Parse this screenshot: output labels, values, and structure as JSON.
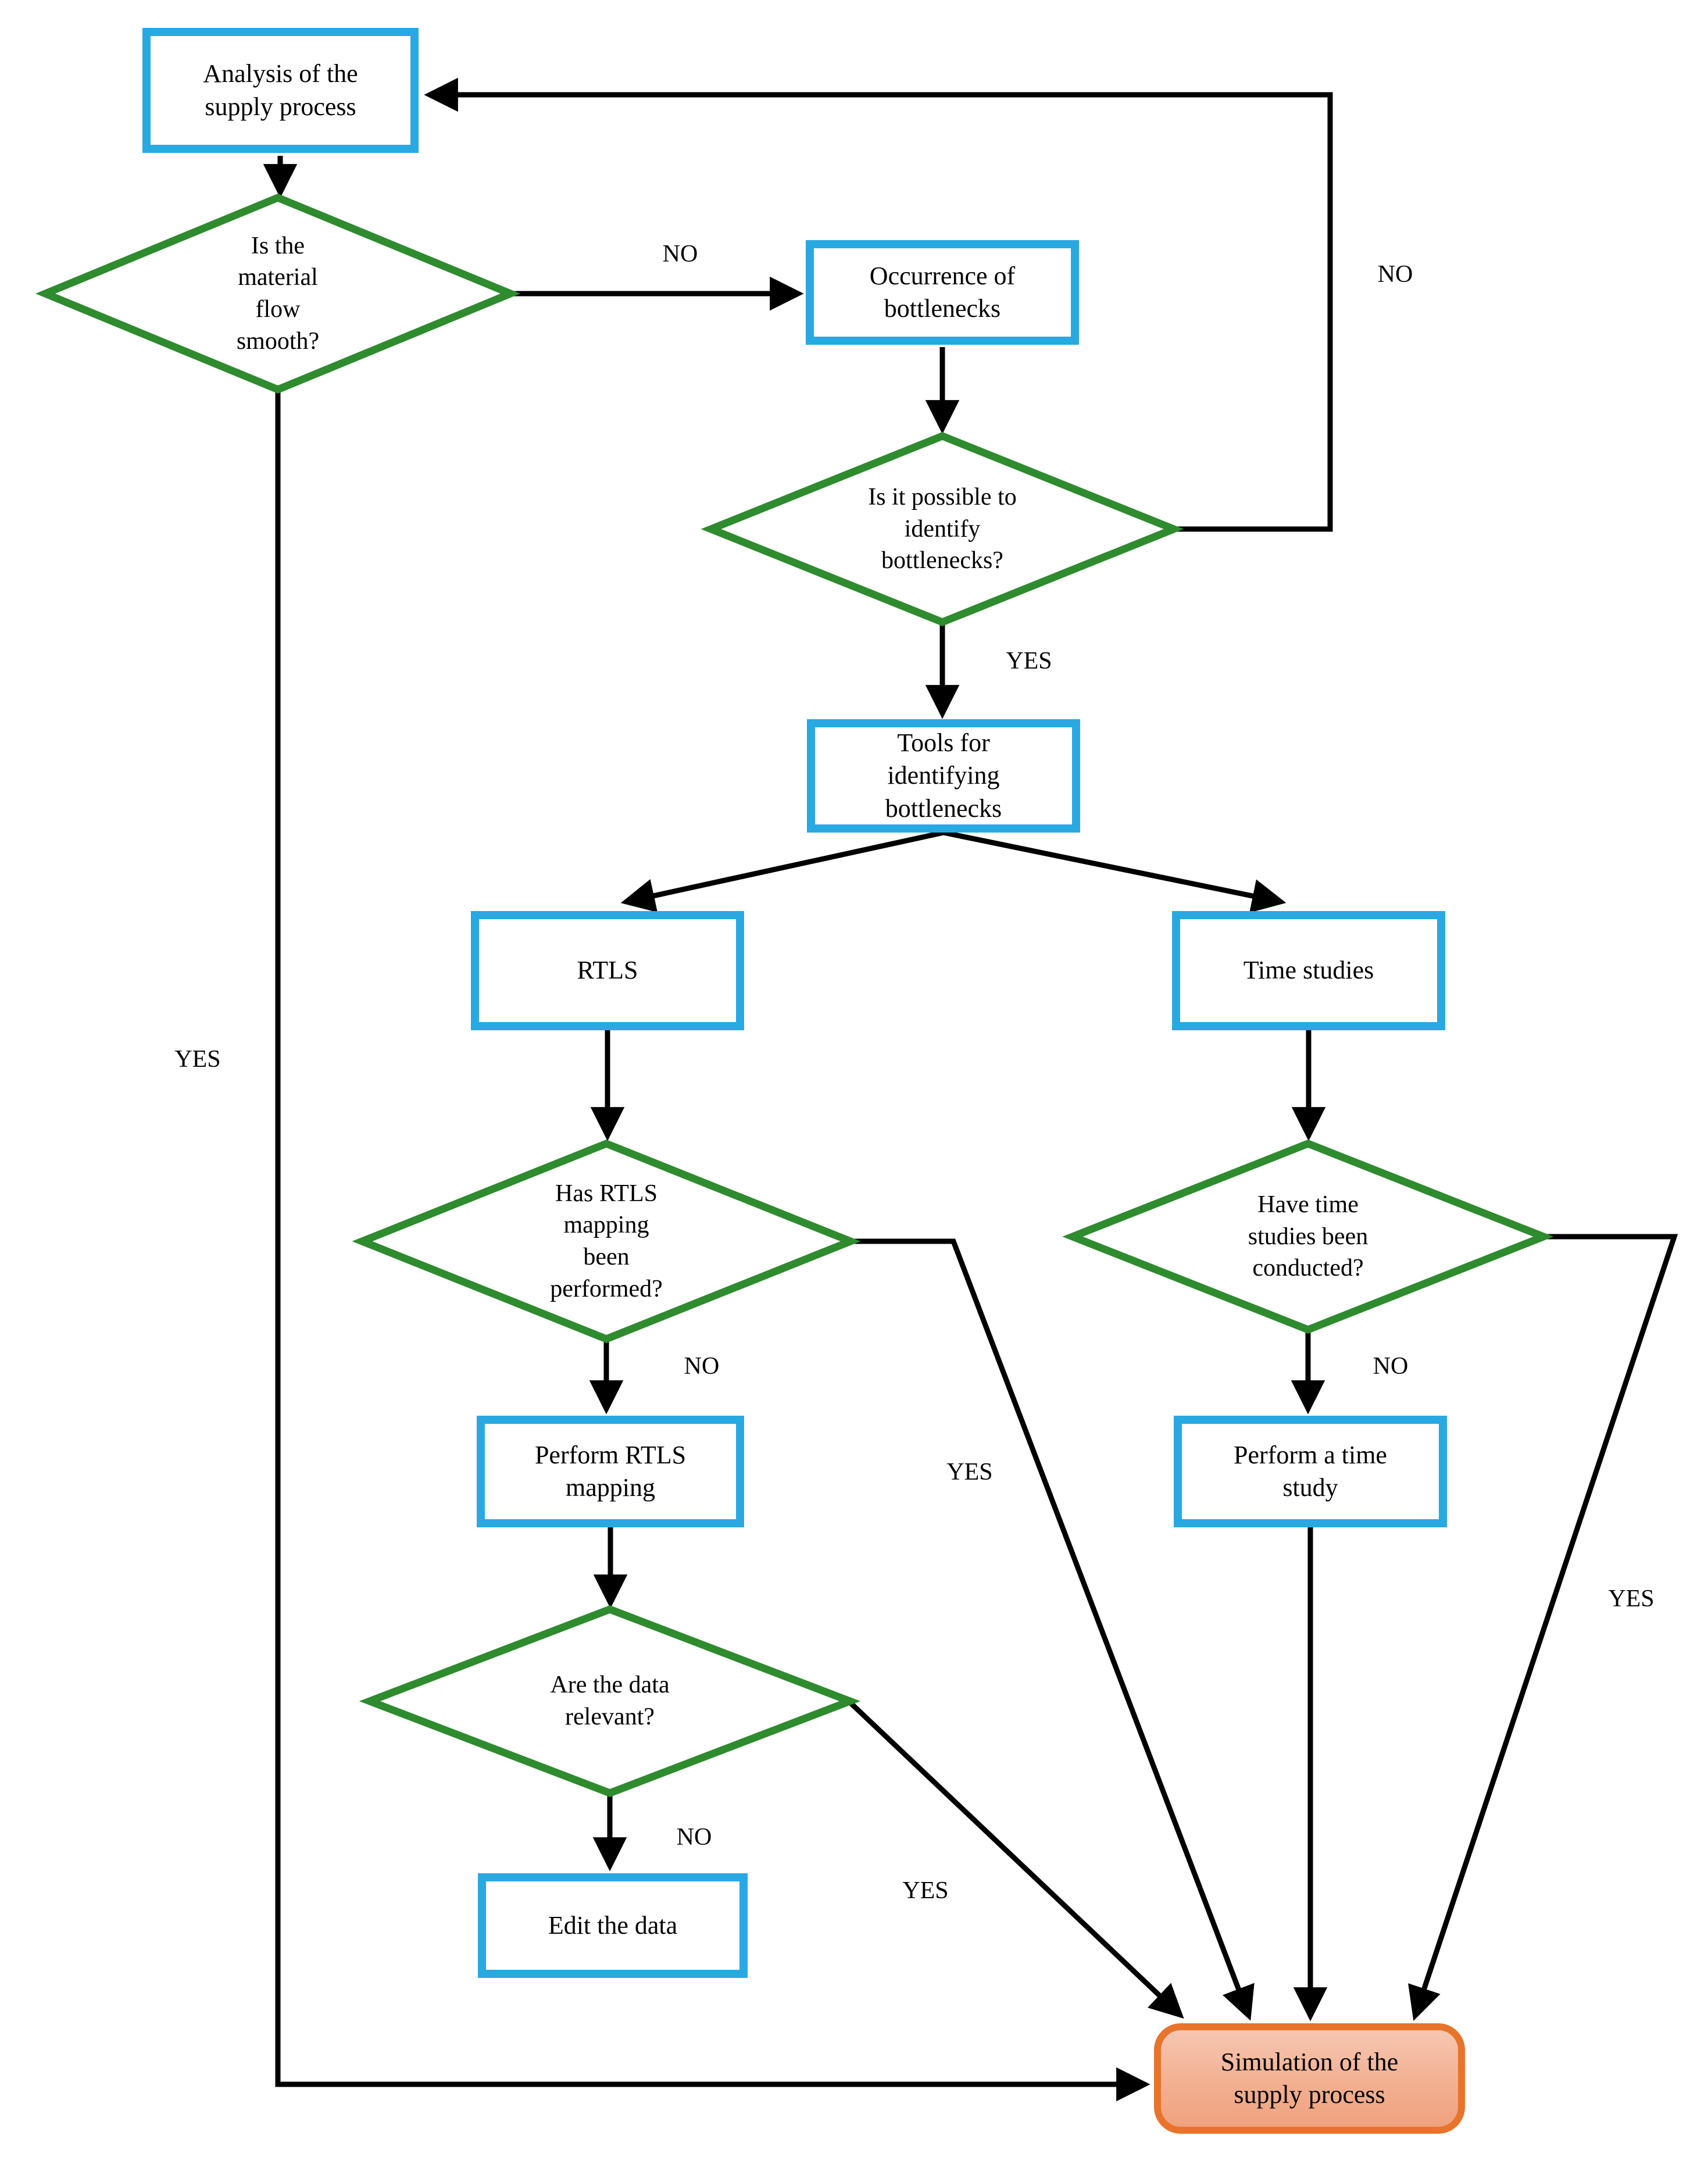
{
  "diagram": {
    "type": "flowchart",
    "colors": {
      "process_border": "#29A9E1",
      "decision_border": "#2E8B2E",
      "terminator_border": "#E8742C",
      "terminator_fill_top": "#F6C7B2",
      "terminator_fill_bottom": "#EFA27E",
      "connector": "#000000",
      "text": "#000000"
    },
    "nodes": {
      "analysis": {
        "label": "Analysis of the supply process",
        "type": "process"
      },
      "flow_smooth": {
        "label": "Is the material flow smooth?",
        "type": "decision"
      },
      "occurrence": {
        "label": "Occurrence of bottlenecks",
        "type": "process"
      },
      "identify_possible": {
        "label": "Is it possible to identify bottlenecks?",
        "type": "decision"
      },
      "tools": {
        "label": "Tools for identifying bottlenecks",
        "type": "process"
      },
      "rtls": {
        "label": "RTLS",
        "type": "process"
      },
      "time_studies": {
        "label": "Time studies",
        "type": "process"
      },
      "rtls_mapping_done": {
        "label": "Has RTLS mapping been performed?",
        "type": "decision"
      },
      "time_studies_done": {
        "label": "Have time studies been conducted?",
        "type": "decision"
      },
      "perform_rtls": {
        "label": "Perform RTLS mapping",
        "type": "process"
      },
      "perform_time_study": {
        "label": "Perform a time study",
        "type": "process"
      },
      "data_relevant": {
        "label": "Are the data relevant?",
        "type": "decision"
      },
      "edit_data": {
        "label": "Edit the data",
        "type": "process"
      },
      "simulation": {
        "label": "Simulation of the supply process",
        "type": "terminator"
      }
    },
    "edges": [
      {
        "from": "analysis",
        "to": "flow_smooth",
        "label": ""
      },
      {
        "from": "flow_smooth",
        "to": "occurrence",
        "label": "NO"
      },
      {
        "from": "flow_smooth",
        "to": "simulation",
        "label": "YES"
      },
      {
        "from": "occurrence",
        "to": "identify_possible",
        "label": ""
      },
      {
        "from": "identify_possible",
        "to": "analysis",
        "label": "NO"
      },
      {
        "from": "identify_possible",
        "to": "tools",
        "label": "YES"
      },
      {
        "from": "tools",
        "to": "rtls",
        "label": ""
      },
      {
        "from": "tools",
        "to": "time_studies",
        "label": ""
      },
      {
        "from": "rtls",
        "to": "rtls_mapping_done",
        "label": ""
      },
      {
        "from": "rtls_mapping_done",
        "to": "perform_rtls",
        "label": "NO"
      },
      {
        "from": "rtls_mapping_done",
        "to": "simulation",
        "label": "YES"
      },
      {
        "from": "perform_rtls",
        "to": "data_relevant",
        "label": ""
      },
      {
        "from": "data_relevant",
        "to": "edit_data",
        "label": "NO"
      },
      {
        "from": "data_relevant",
        "to": "simulation",
        "label": "YES"
      },
      {
        "from": "time_studies",
        "to": "time_studies_done",
        "label": ""
      },
      {
        "from": "time_studies_done",
        "to": "perform_time_study",
        "label": "NO"
      },
      {
        "from": "time_studies_done",
        "to": "simulation",
        "label": "YES"
      },
      {
        "from": "perform_time_study",
        "to": "simulation",
        "label": ""
      }
    ]
  }
}
